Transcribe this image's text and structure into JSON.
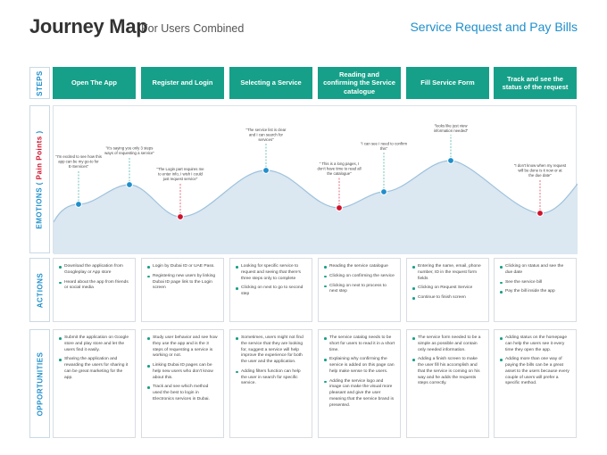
{
  "header": {
    "title": "Journey Map",
    "subtitle": "For Users Combined",
    "right_title": "Service Request and Pay Bills"
  },
  "row_labels": {
    "steps": "STEPS",
    "emotions_prefix": "EMOTIONS (",
    "emotions_pain": " Pain Points ",
    "emotions_suffix": ")",
    "actions": "ACTIONS",
    "opportunities": "OPPORTUNITIES"
  },
  "colors": {
    "accent_teal": "#17a089",
    "accent_blue": "#1f8fcb",
    "pain_red": "#d0112b",
    "curve_fill": "#dbe7f1"
  },
  "steps": [
    "Open The App",
    "Register and Login",
    "Selecting a Service",
    "Reading and confirming the Service catalogue",
    "Fill Service Form",
    "Track and see the status of the request"
  ],
  "emotions": [
    {
      "text": "\"I'm excited to see how this app can be my go-to for E-Services\"",
      "type": "positive"
    },
    {
      "text": "\"It's saying you only 3 steps ways of requesting a service\"",
      "type": "positive"
    },
    {
      "text": "\"The Login part requires me to enter info, I wish I could just request service\"",
      "type": "pain"
    },
    {
      "text": "\"The service list is clear and I can search for services\"",
      "type": "positive"
    },
    {
      "text": "\" This is a long pages, I don't have time to read all the catalogue\"",
      "type": "pain"
    },
    {
      "text": "\"I can see I need to confirm this\"",
      "type": "positive"
    },
    {
      "text": "\"looks like just view information needed\"",
      "type": "positive"
    },
    {
      "text": "\"I don't know when my request will be done is it now or at the due date\"",
      "type": "pain"
    }
  ],
  "actions": [
    [
      "Download the application from Googleplay or App store",
      "Heard about the app from friends or social media"
    ],
    [
      "Login by Dubai ID or UAE Pass.",
      "Registering new users by linking Dubai ID page link to the Login screen"
    ],
    [
      "Looking for specific service to request and seeing that there's three steps only to complete",
      "Clicking on next to go to second step"
    ],
    [
      "Reading the service catalogue",
      "Clicking on confirming the service",
      "Clicking on next to process to next step"
    ],
    [
      "Entering the name, email, phone number, ID in the request form fields",
      "Clicking on Request Service",
      "Continue to finish screen"
    ],
    [
      "Clicking on status and see the due date",
      "See the service bill",
      "Pay the bill inside the app"
    ]
  ],
  "opportunities": [
    [
      "Submit the application on Google store and play store and let the users find it easily.",
      "Sharing the application and rewarding the users for sharing it can be great marketing for the app."
    ],
    [
      "Study user behavior and see how they use the app and is the 3 steps of requesting a service is working or not.",
      "Linking Dubai ID pages can be help new users who don't know about this.",
      "Track and see which method used the best to login in Electronics services in Dubai."
    ],
    [
      "Sometimes, users might not find the service that they are looking for, suggest a service will help improve the experience for both the user and the application.",
      "Adding filters function can help the user in search for specific service."
    ],
    [
      "The service catalog needs to be short for users to read it in a short time.",
      "Explaining why confirming the service is added on this page can help make sense to the users.",
      "Adding the service logo and image can make the visual more pleasant and give the user meaning that the service brand is presented."
    ],
    [
      "The service form needed to be a simple as possible and contain only needed information.",
      "Adding a finish screen to make the user fill his accomplish and that the service is coming on his way and he adds the requests steps correctly."
    ],
    [
      "Adding status on the homepage can help the users see it every time they open the app.",
      "Adding more than one way of paying the bills can be a great asset to the users because every couple of users will prefer a specific method."
    ]
  ]
}
